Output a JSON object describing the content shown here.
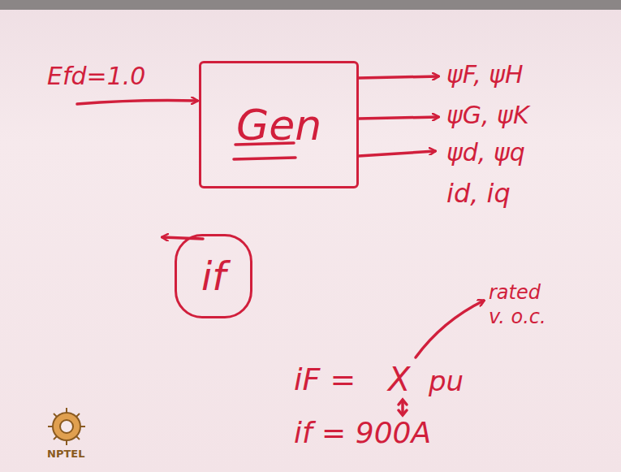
{
  "diagram": {
    "nodes": [
      {
        "text": [
          "Gen"
        ]
      },
      {
        "text": [
          "if"
        ]
      }
    ],
    "labels": [
      "Efd=1.0",
      "ψF, ψH",
      "ψG, ψK",
      "ψd, ψq",
      "id, iq",
      "iF =",
      "X",
      "pu",
      "rated v. o.c.",
      "if = 900A",
      "NPTEL"
    ]
  }
}
